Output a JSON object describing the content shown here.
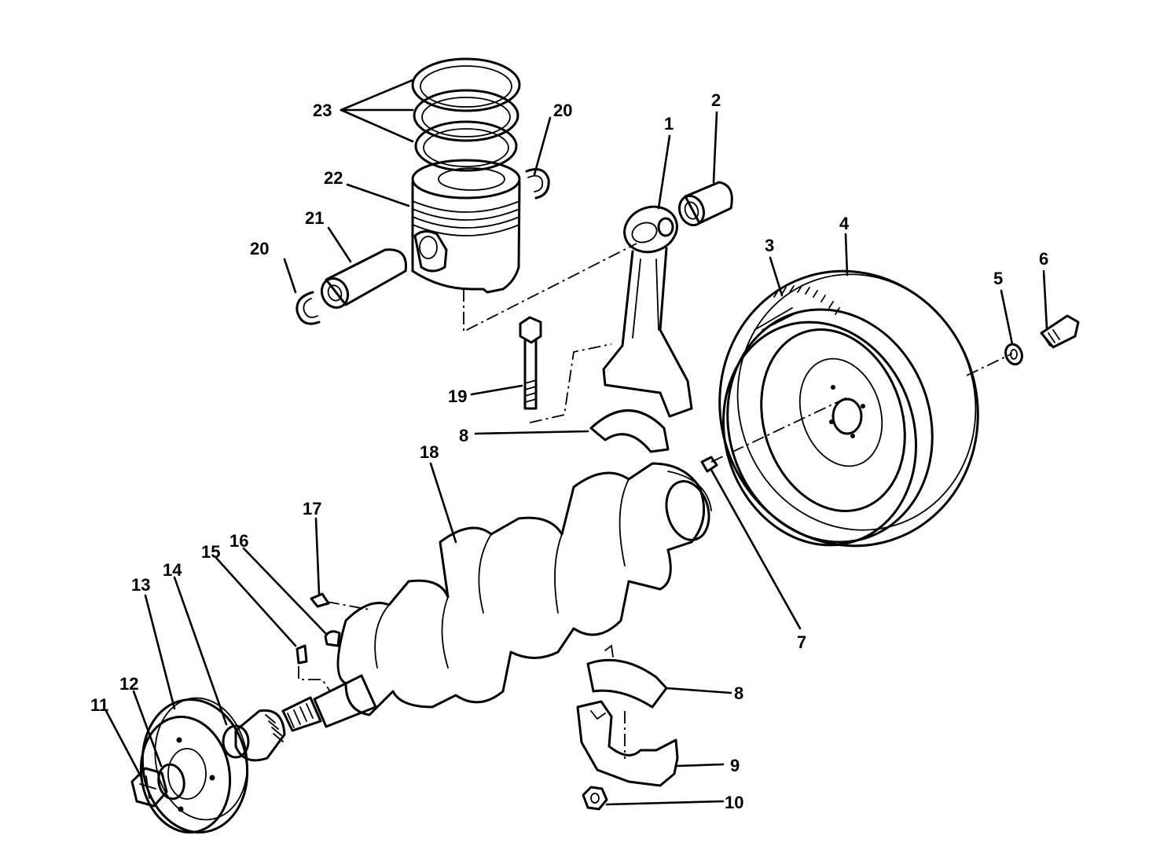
{
  "callouts": {
    "c1": "1",
    "c2": "2",
    "c3": "3",
    "c4": "4",
    "c5": "5",
    "c6": "6",
    "c7": "7",
    "c8a": "8",
    "c8b": "8",
    "c9": "9",
    "c10": "10",
    "c11": "11",
    "c12": "12",
    "c13": "13",
    "c14": "14",
    "c15": "15",
    "c16": "16",
    "c17": "17",
    "c18": "18",
    "c19": "19",
    "c20a": "20",
    "c20b": "20",
    "c21": "21",
    "c22": "22",
    "c23": "23"
  }
}
